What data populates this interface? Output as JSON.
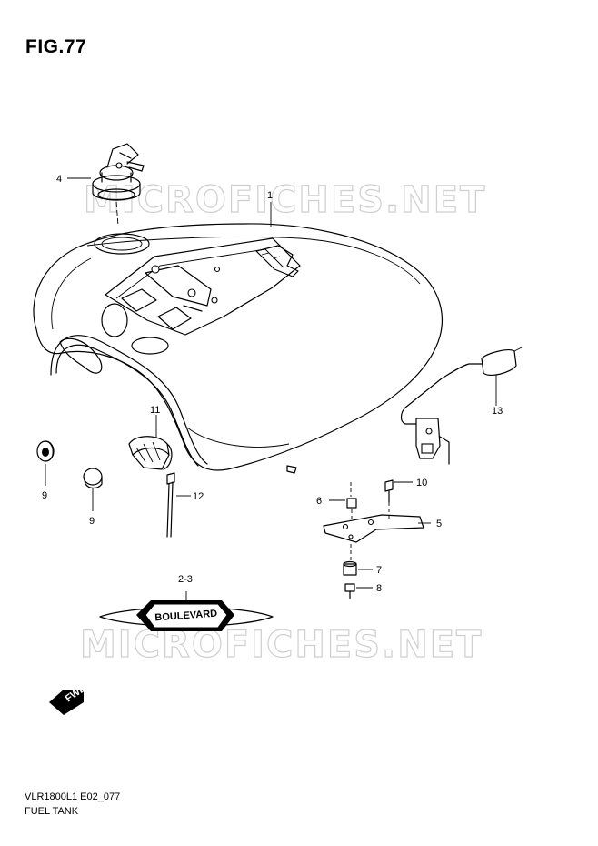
{
  "figure": {
    "title": "FIG.77",
    "code": "VLR1800L1 E02_077",
    "name": "FUEL TANK"
  },
  "watermark": {
    "text": "MICROFICHES.NET"
  },
  "callouts": [
    {
      "id": "label-1",
      "text": "1"
    },
    {
      "id": "label-2-3",
      "text": "2-3"
    },
    {
      "id": "label-4",
      "text": "4"
    },
    {
      "id": "label-5",
      "text": "5"
    },
    {
      "id": "label-6",
      "text": "6"
    },
    {
      "id": "label-7",
      "text": "7"
    },
    {
      "id": "label-8",
      "text": "8"
    },
    {
      "id": "label-9a",
      "text": "9"
    },
    {
      "id": "label-9b",
      "text": "9"
    },
    {
      "id": "label-10",
      "text": "10"
    },
    {
      "id": "label-11",
      "text": "11"
    },
    {
      "id": "label-12",
      "text": "12"
    },
    {
      "id": "label-13",
      "text": "13"
    }
  ],
  "emblem": {
    "text": "BOULEVARD"
  },
  "direction_marker": {
    "text": "FWD"
  }
}
